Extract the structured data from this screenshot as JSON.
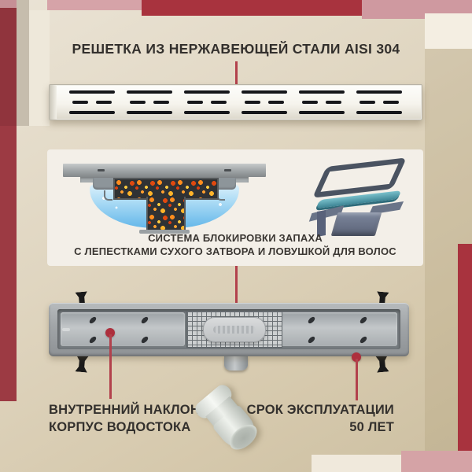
{
  "header": {
    "title": "РЕШЕТКА ИЗ НЕРЖАВЕЮЩЕЙ СТАЛИ AISI 304"
  },
  "odor_card": {
    "caption_line1": "СИСТЕМА БЛОКИРОВКИ ЗАПАХА",
    "caption_line2": "С ЛЕПЕСТКАМИ СУХОГО ЗАТВОРА И ЛОВУШКОЙ ДЛЯ ВОЛОС"
  },
  "callout_labels": {
    "drain_body_line1": "ВНУТРЕННИЙ НАКЛОННЫЙ",
    "drain_body_line2": "КОРПУС ВОДОСТОКА",
    "lifetime_line1": "СРОК ЭКСПЛУАТАЦИИ",
    "lifetime_line2": "50 ЛЕТ"
  },
  "figures": {
    "grate": "stainless-steel-grate-photo",
    "cross_section": "odor-block-cross-section",
    "exploded_parts": "dry-trap-exploded-parts",
    "drain_body": "inclined-drain-body-top-view",
    "pipe_adapter": "white-outlet-pipe-adapter"
  },
  "colors": {
    "accent_red_bar": "#a8333e",
    "accent_pink": "#d6a3a8",
    "maroon_side_bar": "#9c3a43",
    "callout_line_red": "#b2414c",
    "callout_dot_red": "#ad2f3d",
    "background_beige": "#ddd2bb",
    "card_background": "#f3efe8",
    "text_dark": "#33302d",
    "water_blue": "#64b7e9",
    "gasket_teal": "#57a6b4",
    "steel_gray": "#a0a4a7",
    "feet_black": "#1a1a1a"
  }
}
